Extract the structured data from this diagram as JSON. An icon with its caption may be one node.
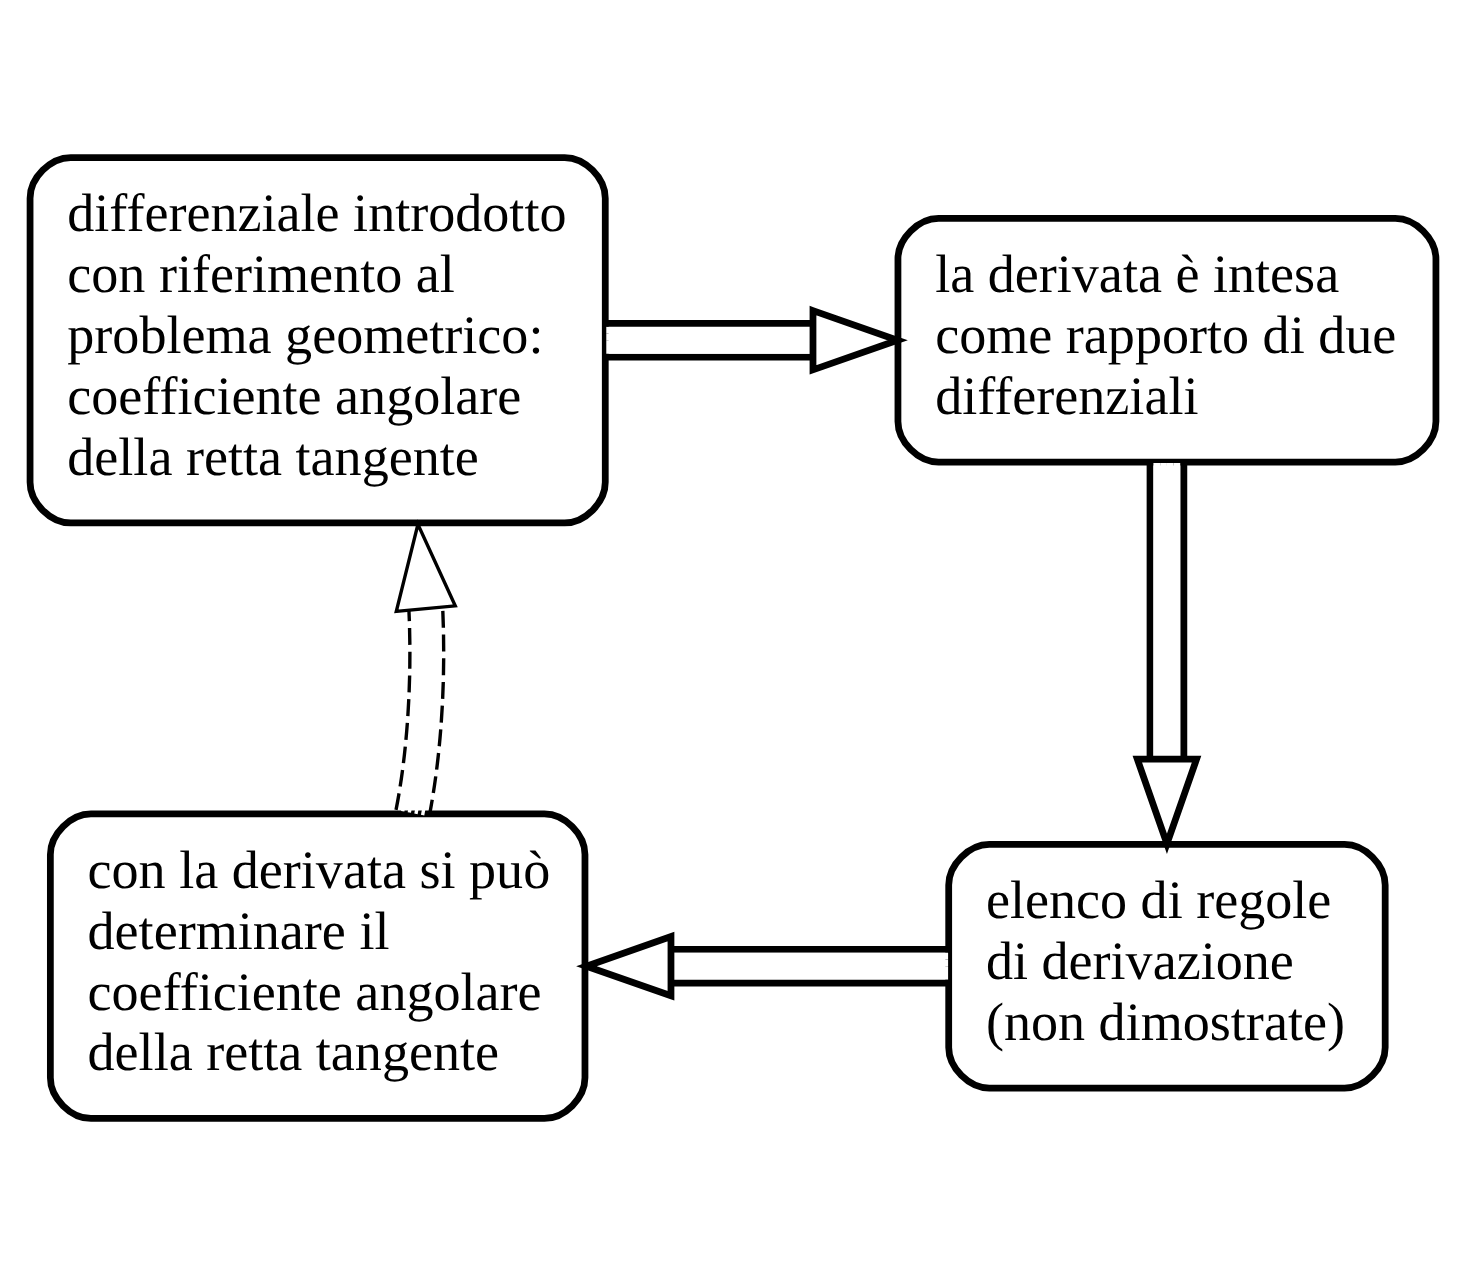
{
  "diagram": {
    "nodes": [
      {
        "text": [
          "differenziale introdotto con riferimento al problema geometrico: coefficiente angolare della retta tangente"
        ]
      },
      {
        "text": [
          "la derivata è intesa come rapporto di due differenziali"
        ]
      },
      {
        "text": [
          "elenco di regole di derivazione (non dimostrate)"
        ]
      },
      {
        "text": [
          "con la derivata si può determinare il coefficiente angolare della retta tangente"
        ]
      }
    ],
    "edges": [
      {
        "from": 0,
        "to": 1,
        "arrow": "to"
      },
      {
        "from": 1,
        "to": 2,
        "arrow": "to"
      },
      {
        "from": 2,
        "to": 3,
        "arrow": "to"
      },
      {
        "from": 3,
        "to": 0,
        "arrow": "to",
        "style": "dashed"
      }
    ]
  }
}
